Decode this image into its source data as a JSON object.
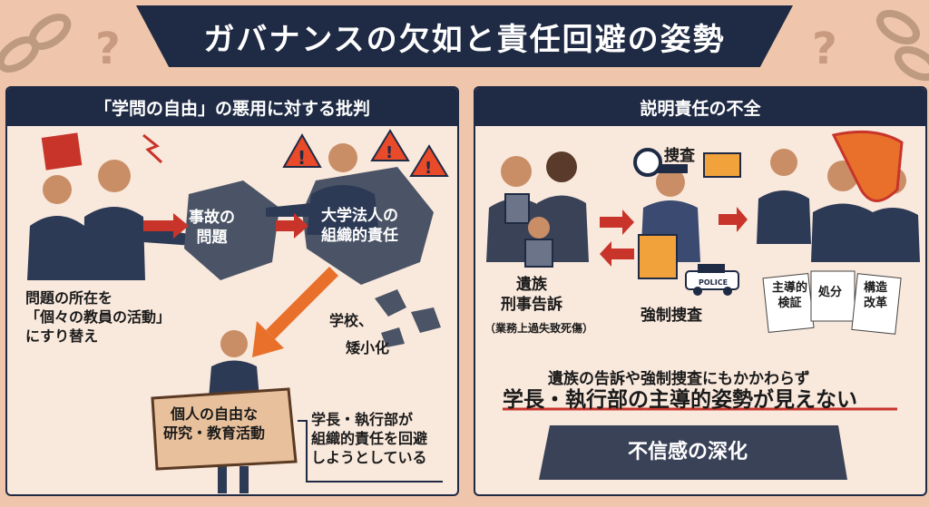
{
  "title": "ガバナンスの欠如と責任回避の姿勢",
  "left": {
    "heading": "「学問の自由」の悪用に対する批判",
    "rock1": [
      "事故の",
      "問題"
    ],
    "rock2": [
      "大学法人の",
      "組織的責任"
    ],
    "shift_text": [
      "問題の所在を",
      "「個々の教員の活動」",
      "にすり替え"
    ],
    "shrink_text": [
      "学校、",
      "矮小化"
    ],
    "sign_text": [
      "個人の自由な",
      "研究・教育活動"
    ],
    "evasion_text": [
      "学長・執行部が",
      "組織的責任を回避",
      "しようとしている"
    ]
  },
  "right": {
    "heading": "説明責任の不全",
    "investigation_label": "捜査",
    "family_label": [
      "遺族",
      "刑事告訴"
    ],
    "family_sub": "（業務上過失致死傷）",
    "forced_label": "強制捜査",
    "police_car_text": "POLICE",
    "papers": [
      "主導的\n検証",
      "処分",
      "構造\n改革"
    ],
    "statement1": "遺族の告訴や強制捜査にもかかわらず",
    "statement2": "学長・執行部の主導的姿勢が見えない",
    "distrust": "不信感の深化"
  },
  "colors": {
    "navy": "#1f2a44",
    "accent_red": "#c8342a",
    "orange": "#e8702a",
    "background": "#efc6ac"
  }
}
